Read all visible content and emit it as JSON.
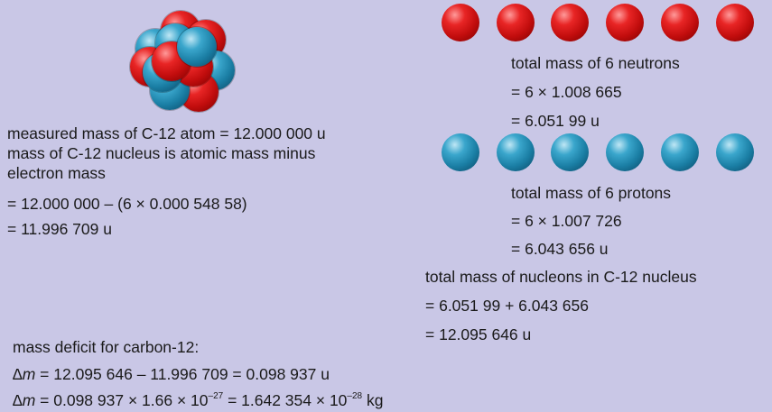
{
  "left": {
    "measured": "measured mass of C-12 atom = 12.000 000 u",
    "nucleus_line1": "mass of C-12 nucleus is atomic mass minus",
    "nucleus_line2": "electron mass",
    "calc1": "= 12.000 000 – (6 × 0.000 548 58)",
    "calc2": "= 11.996 709 u"
  },
  "neutrons": {
    "count": 6,
    "color": "#d41818",
    "line1": "total mass of 6 neutrons",
    "line2": "= 6 × 1.008 665",
    "line3": "= 6.051 99 u"
  },
  "protons": {
    "count": 6,
    "color": "#2a90b8",
    "line1": "total mass of 6 protons",
    "line2": "= 6 × 1.007 726",
    "line3": "= 6.043 656 u"
  },
  "nucleons": {
    "line1": "total mass of nucleons in C-12 nucleus",
    "line2": "= 6.051 99 + 6.043 656",
    "line3": "= 12.095 646 u"
  },
  "deficit": {
    "heading": "mass deficit for carbon-12:",
    "delta_symbol": "∆",
    "m_symbol": "m",
    "eq1": " = 12.095 646 – 11.996 709 = 0.098 937 u",
    "eq2_part1": " = 0.098 937 × 1.66 × 10",
    "eq2_exp1": "–27",
    "eq2_part2": " = 1.642 354 × 10",
    "eq2_exp2": "–28",
    "eq2_unit": " kg"
  }
}
